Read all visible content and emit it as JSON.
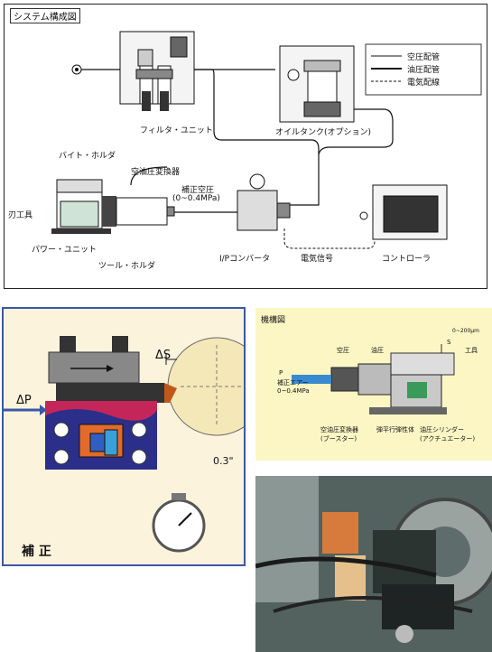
{
  "system": {
    "title": "システム構成図",
    "legend": {
      "air": "空圧配管",
      "oil": "油圧配管",
      "elec": "電気配線"
    },
    "labels": {
      "filter_unit": "フィルタ・ユニット",
      "oil_tank": "オイルタンク(オプション)",
      "bite_holder": "バイト・ホルダ",
      "blade": "刃工具",
      "power_unit": "パワー・ユニット",
      "tool_holder": "ツール・ホルダ",
      "converter": "空油圧変換器",
      "corr_pressure": "補正空圧",
      "pressure_range": "(0~0.4MPa)",
      "ip_converter": "I/Pコンバータ",
      "elec_signal": "電気信号",
      "controller": "コントローラ"
    }
  },
  "correction": {
    "dp": "ΔP",
    "ds": "ΔS",
    "time": "0.3\"",
    "label": "補 正"
  },
  "mechanism": {
    "title": "機構図",
    "range": "0~200μm",
    "s": "S",
    "tool": "工具",
    "air": "空圧",
    "oil": "油圧",
    "p": "P",
    "corr_air": "補正エアー",
    "corr_air_range": "0~0.4MPa",
    "converter": "空油圧変換器",
    "booster": "(ブースター)",
    "elastic": "弾平行弾性体",
    "cylinder": "油圧シリンダー",
    "actuator": "(アクチュエーター)"
  },
  "colors": {
    "border": "#3a57a8",
    "mech_bg": "#fbf6c4",
    "corr_bg": "#fbf3dc"
  }
}
